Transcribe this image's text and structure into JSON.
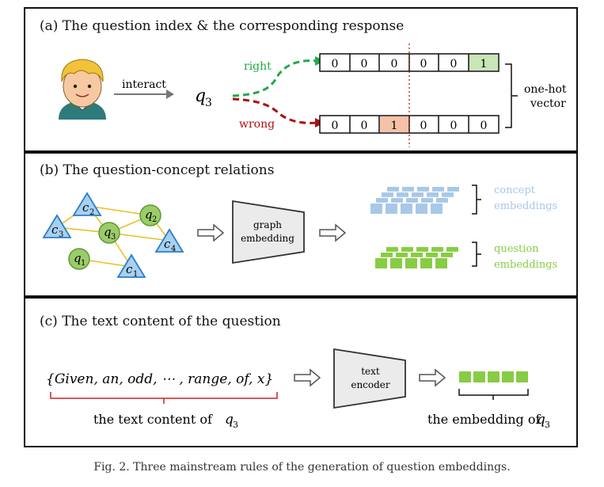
{
  "panel_a": {
    "title": "(a) The question index & the corresponding response",
    "interact_label": "interact",
    "question_var": "q",
    "question_sub": "3",
    "right_label": "right",
    "wrong_label": "wrong",
    "right_vector": [
      "0",
      "0",
      "0",
      "0",
      "0",
      "1"
    ],
    "wrong_vector": [
      "0",
      "0",
      "1",
      "0",
      "0",
      "0"
    ],
    "vector_label_line1": "one-hot",
    "vector_label_line2": "vector",
    "colors": {
      "right": "#22aa44",
      "wrong": "#aa1111",
      "right_cell": "#c8e6b8",
      "wrong_cell": "#f5c2a8"
    }
  },
  "panel_b": {
    "title": "(b) The question-concept relations",
    "nodes": [
      {
        "kind": "concept",
        "var": "c",
        "sub": "2"
      },
      {
        "kind": "concept",
        "var": "c",
        "sub": "3"
      },
      {
        "kind": "question",
        "var": "q",
        "sub": "2"
      },
      {
        "kind": "question",
        "var": "q",
        "sub": "3"
      },
      {
        "kind": "concept",
        "var": "c",
        "sub": "4"
      },
      {
        "kind": "question",
        "var": "q",
        "sub": "1"
      },
      {
        "kind": "concept",
        "var": "c",
        "sub": "1"
      }
    ],
    "graph_box_line1": "graph",
    "graph_box_line2": "embedding",
    "concept_label_line1": "concept",
    "concept_label_line2": "embeddings",
    "question_label_line1": "question",
    "question_label_line2": "embeddings",
    "colors": {
      "concept": "#a8c8e8",
      "question": "#88cc44",
      "edge": "#e8c020",
      "triangle": "#4a9ad8",
      "circle": "#9ccc6a"
    }
  },
  "panel_c": {
    "title": "(c) The text content of the question",
    "token_set": "{Given, an, odd, ⋯ , range, of, x}",
    "text_label": "the text content of",
    "encoder_line1": "text",
    "encoder_line2": "encoder",
    "embedding_label": "the embedding of",
    "question_var": "q",
    "question_sub": "3"
  },
  "caption": "Fig. 2.  Three mainstream rules of the generation of question embeddings."
}
